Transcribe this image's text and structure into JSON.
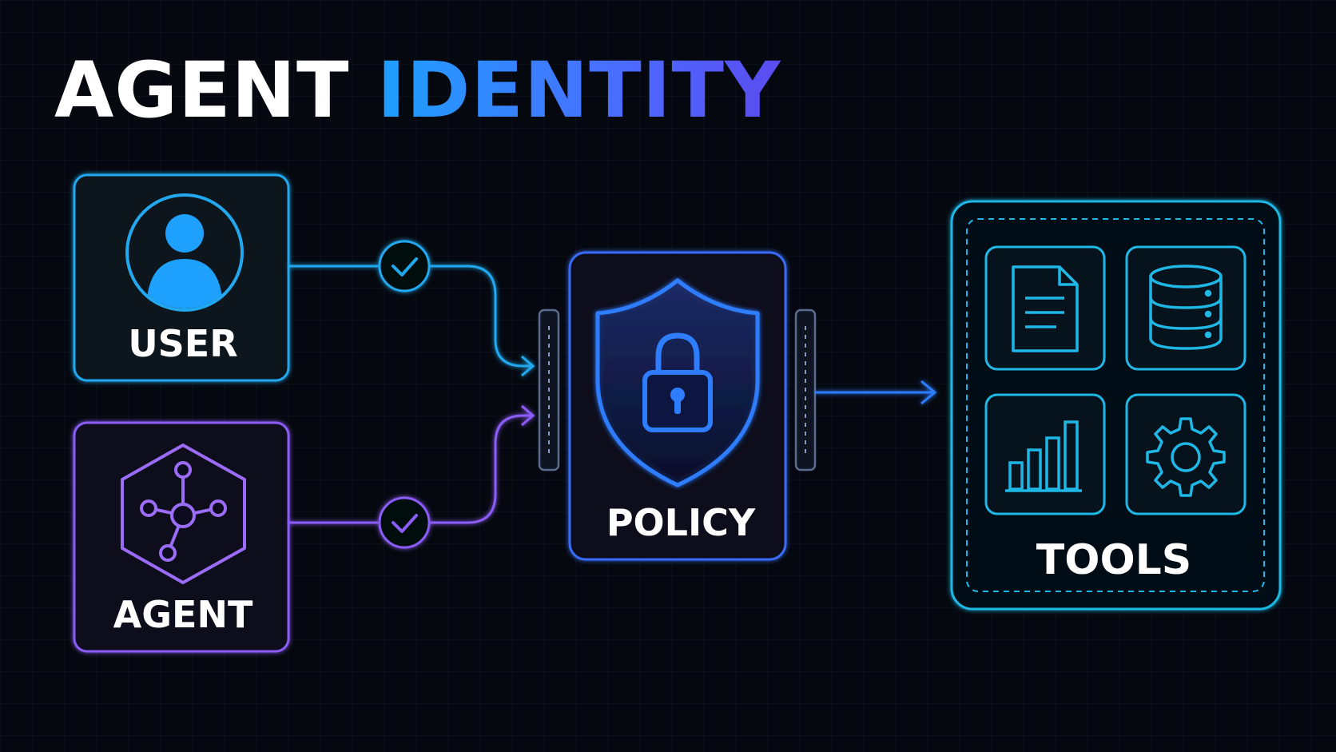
{
  "title": {
    "word1": "AGENT",
    "word2": "IDENTITY"
  },
  "nodes": {
    "user": {
      "label": "USER",
      "icon": "user-avatar-icon"
    },
    "agent": {
      "label": "AGENT",
      "icon": "network-hexagon-icon"
    },
    "policy": {
      "label": "POLICY",
      "icon": "shield-lock-icon"
    },
    "tools": {
      "label": "TOOLS",
      "items": [
        {
          "icon": "document-icon"
        },
        {
          "icon": "database-icon"
        },
        {
          "icon": "bar-chart-icon"
        },
        {
          "icon": "gear-icon"
        }
      ]
    }
  },
  "colors": {
    "background": "#05080f",
    "cyan": "#22a8ee",
    "blue": "#3a6cf5",
    "purple": "#8b5cf6",
    "tools": "#1fb8e6",
    "white": "#ffffff"
  }
}
